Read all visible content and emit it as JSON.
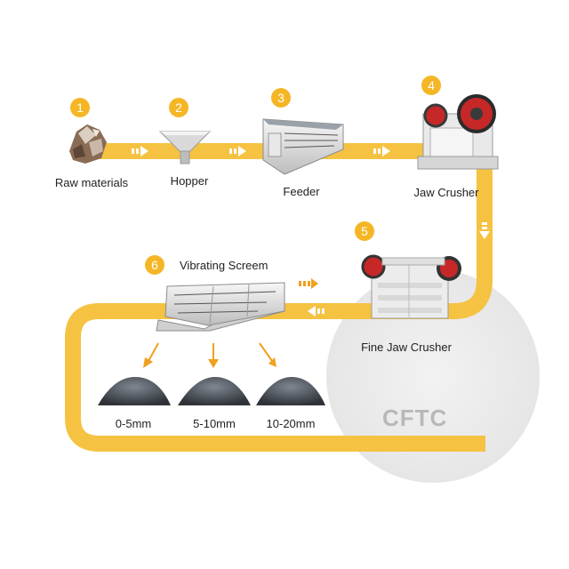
{
  "steps": [
    {
      "number": "1",
      "label": "Raw materials"
    },
    {
      "number": "2",
      "label": "Hopper"
    },
    {
      "number": "3",
      "label": "Feeder"
    },
    {
      "number": "4",
      "label": "Jaw Crusher"
    },
    {
      "number": "5",
      "label": "Fine Jaw Crusher"
    },
    {
      "number": "6",
      "label": "Vibrating Screem"
    }
  ],
  "products": [
    "0-5mm",
    "5-10mm",
    "10-20mm"
  ],
  "brand": "CFTC",
  "colors": {
    "conveyor": "#f5c242",
    "badge": "#f5b625",
    "arrow": "#f0a020",
    "logo": "#b8b8b8"
  }
}
